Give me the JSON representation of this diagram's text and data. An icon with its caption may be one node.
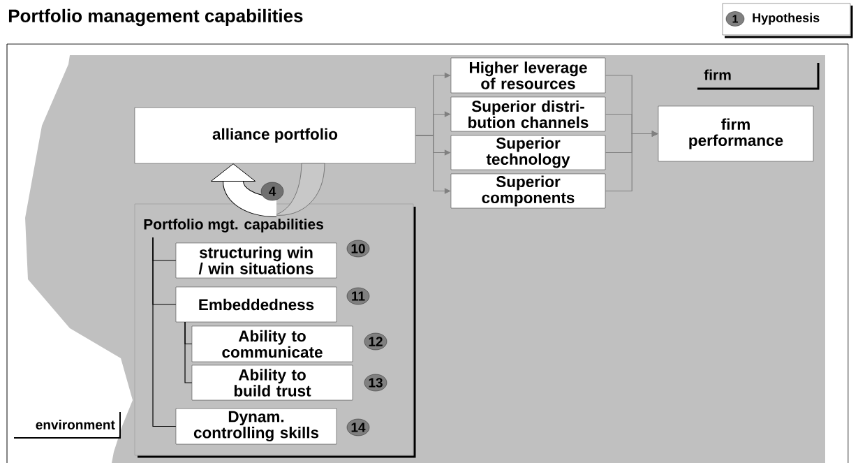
{
  "diagram": {
    "title": "Portfolio management capabilities",
    "nodes": [
      {
        "text": [
          "alliance portfolio"
        ]
      },
      {
        "text": [
          "Higher leverage of resources"
        ]
      },
      {
        "text": [
          "Superior distri- bution channels"
        ]
      },
      {
        "text": [
          "Superior technology"
        ]
      },
      {
        "text": [
          "Superior components"
        ]
      },
      {
        "text": [
          "firm performance"
        ]
      },
      {
        "text": [
          "Portfolio mgt. capabilities"
        ]
      },
      {
        "text": [
          "structuring win / win situations"
        ],
        "in": 6,
        "beside": [
          "10"
        ]
      },
      {
        "text": [
          "Embeddedness"
        ],
        "in": 6,
        "beside": [
          "11"
        ]
      },
      {
        "text": [
          "Ability to communicate"
        ],
        "in": 6,
        "beside": [
          "12"
        ]
      },
      {
        "text": [
          "Ability to build trust"
        ],
        "in": 6,
        "beside": [
          "13"
        ]
      },
      {
        "text": [
          "Dynam. controlling skills"
        ],
        "in": 6,
        "beside": [
          "14"
        ]
      }
    ],
    "edges": [
      {
        "from": 0,
        "to": 1,
        "arrow": "to"
      },
      {
        "from": 0,
        "to": 2,
        "arrow": "to"
      },
      {
        "from": 0,
        "to": 3,
        "arrow": "to"
      },
      {
        "from": 0,
        "to": 4,
        "arrow": "to"
      },
      {
        "from": 1,
        "to": 5,
        "arrow": "to"
      },
      {
        "from": 2,
        "to": 5,
        "arrow": "to"
      },
      {
        "from": 3,
        "to": 5,
        "arrow": "to"
      },
      {
        "from": 4,
        "to": 5,
        "arrow": "to"
      },
      {
        "from": 6,
        "to": 0,
        "arrow": "to",
        "label": "4",
        "style": "thick",
        "color": "#000000"
      },
      {
        "from": 6,
        "to": 7,
        "arrow": "none",
        "color": "#000000"
      },
      {
        "from": 6,
        "to": 8,
        "arrow": "none",
        "color": "#000000"
      },
      {
        "from": 6,
        "to": 11,
        "arrow": "none",
        "color": "#000000"
      },
      {
        "from": 8,
        "to": 9,
        "arrow": "none",
        "color": "#000000"
      },
      {
        "from": 8,
        "to": 10,
        "arrow": "none",
        "color": "#000000"
      }
    ],
    "labels": [
      "1",
      "firm",
      "environment"
    ],
    "legend": [
      {
        "text": "Hypothesis"
      }
    ]
  }
}
